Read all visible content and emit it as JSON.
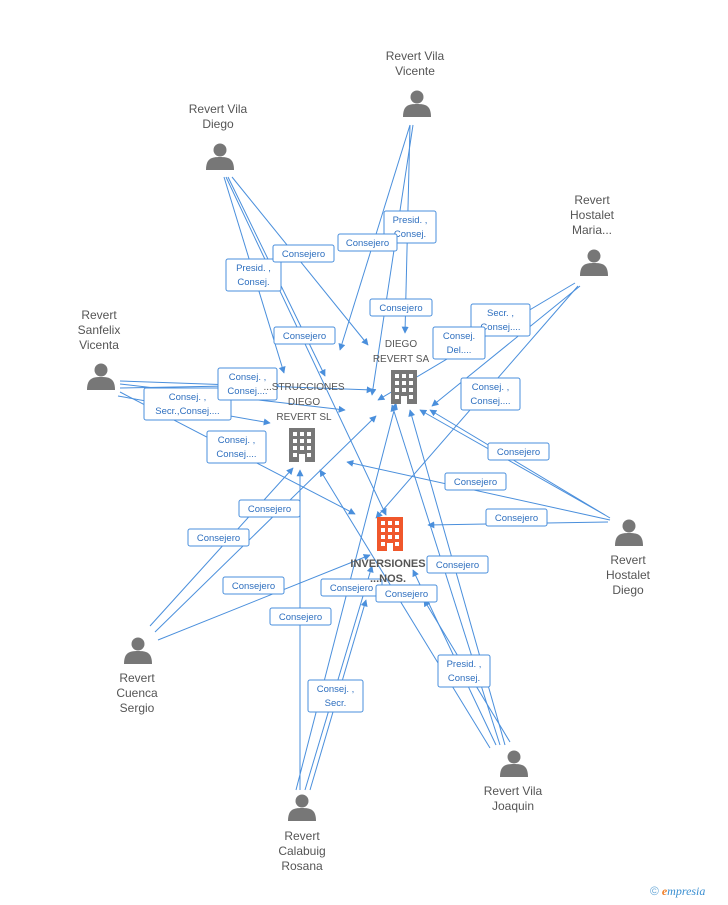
{
  "persons": [
    {
      "id": "vicente",
      "label": [
        "Revert Vila",
        "Vicente"
      ]
    },
    {
      "id": "diego_v",
      "label": [
        "Revert Vila",
        "Diego"
      ]
    },
    {
      "id": "maria",
      "label": [
        "Revert",
        "Hostalet",
        "Maria..."
      ]
    },
    {
      "id": "sanfelix",
      "label": [
        "Revert",
        "Sanfelix",
        "Vicenta"
      ]
    },
    {
      "id": "hostalet_d",
      "label": [
        "Revert",
        "Hostalet",
        "Diego"
      ]
    },
    {
      "id": "sergio",
      "label": [
        "Revert",
        "Cuenca",
        "Sergio"
      ]
    },
    {
      "id": "joaquin",
      "label": [
        "Revert Vila",
        "Joaquin"
      ]
    },
    {
      "id": "rosana",
      "label": [
        "Revert",
        "Calabuig",
        "Rosana"
      ]
    }
  ],
  "companies": [
    {
      "id": "diego_sa",
      "label": [
        "DIEGO",
        "REVERT SA"
      ],
      "color": "#777777"
    },
    {
      "id": "construcciones",
      "label": [
        "...STRUCCIONES",
        "DIEGO",
        "REVERT SL"
      ],
      "color": "#777777"
    },
    {
      "id": "inversiones",
      "label": [
        "INVERSIONES",
        "...NOS."
      ],
      "color": "#f0572b"
    }
  ],
  "relations": [
    {
      "lines": [
        "Presid. ,",
        "Consej."
      ]
    },
    {
      "lines": [
        "Consejero"
      ]
    },
    {
      "lines": [
        "Presid. ,",
        "Consej."
      ]
    },
    {
      "lines": [
        "Consejero"
      ]
    },
    {
      "lines": [
        "Consejero"
      ]
    },
    {
      "lines": [
        "Consejero"
      ]
    },
    {
      "lines": [
        "Secr. ,",
        "Consej...."
      ]
    },
    {
      "lines": [
        "Consej.",
        "Del...."
      ]
    },
    {
      "lines": [
        "Consej. ,",
        "Consej...."
      ]
    },
    {
      "lines": [
        "Consej. ,",
        "Secr.,Consej...."
      ]
    },
    {
      "lines": [
        "Consej. ,",
        "Consej...."
      ]
    },
    {
      "lines": [
        "Consej. ,",
        "Consej...."
      ]
    },
    {
      "lines": [
        "Consejero"
      ]
    },
    {
      "lines": [
        "Consejero"
      ]
    },
    {
      "lines": [
        "Consejero"
      ]
    },
    {
      "lines": [
        "Consejero"
      ]
    },
    {
      "lines": [
        "Consejero"
      ]
    },
    {
      "lines": [
        "Consejero"
      ]
    },
    {
      "lines": [
        "Consejero"
      ]
    },
    {
      "lines": [
        "Consejero"
      ]
    },
    {
      "lines": [
        "Consejero"
      ]
    },
    {
      "lines": [
        "Consejero"
      ]
    },
    {
      "lines": [
        "Presid. ,",
        "Consej."
      ]
    },
    {
      "lines": [
        "Consej. ,",
        "Secr."
      ]
    }
  ],
  "brand": {
    "copyright": "©",
    "name_first": "e",
    "name_rest": "mpresia"
  },
  "colors": {
    "edge": "#4a8fdc",
    "person": "#777777",
    "company": "#777777",
    "main_company": "#f0572b"
  }
}
